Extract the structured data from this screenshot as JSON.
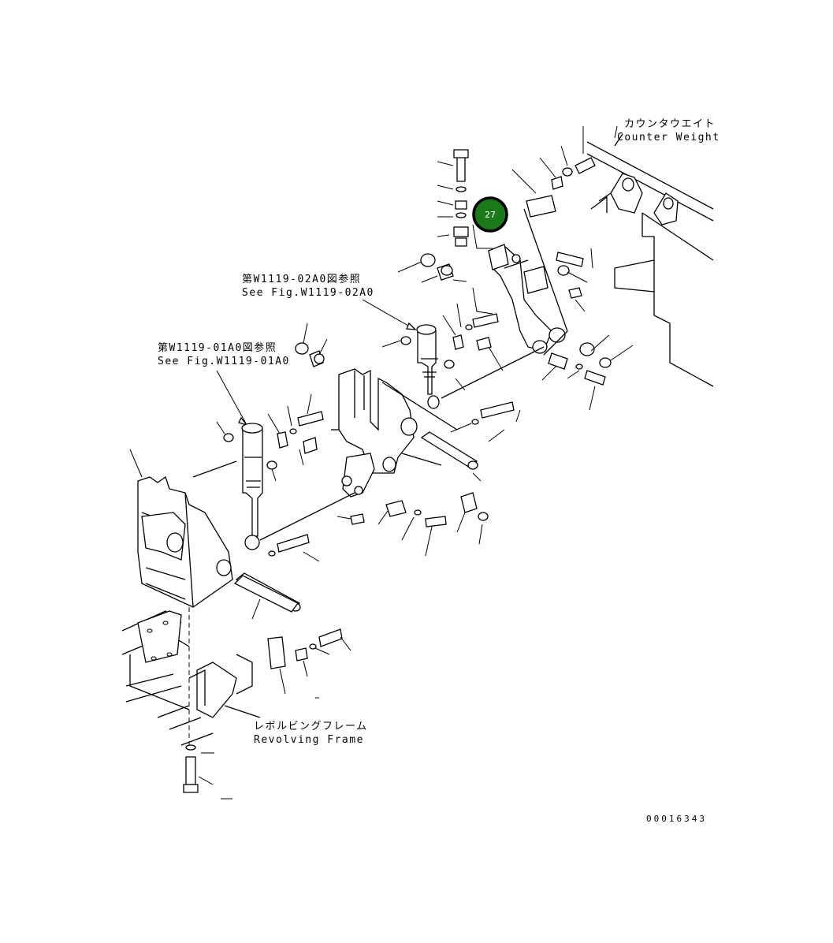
{
  "labels": {
    "counterweight_jp": "カウンタウエイト",
    "counterweight_en": "Counter Weight",
    "ref1_jp": "第W1119-02A0図参照",
    "ref1_en": "See Fig.W1119-02A0",
    "ref2_jp": "第W1119-01A0図参照",
    "ref2_en": "See Fig.W1119-01A0",
    "frame_jp": "レボルビングフレーム",
    "frame_en": "Revolving Frame",
    "drawing_number": "00016343"
  },
  "callout": {
    "number": "27",
    "color": "#1a7a1a",
    "ring_color": "#000000"
  }
}
